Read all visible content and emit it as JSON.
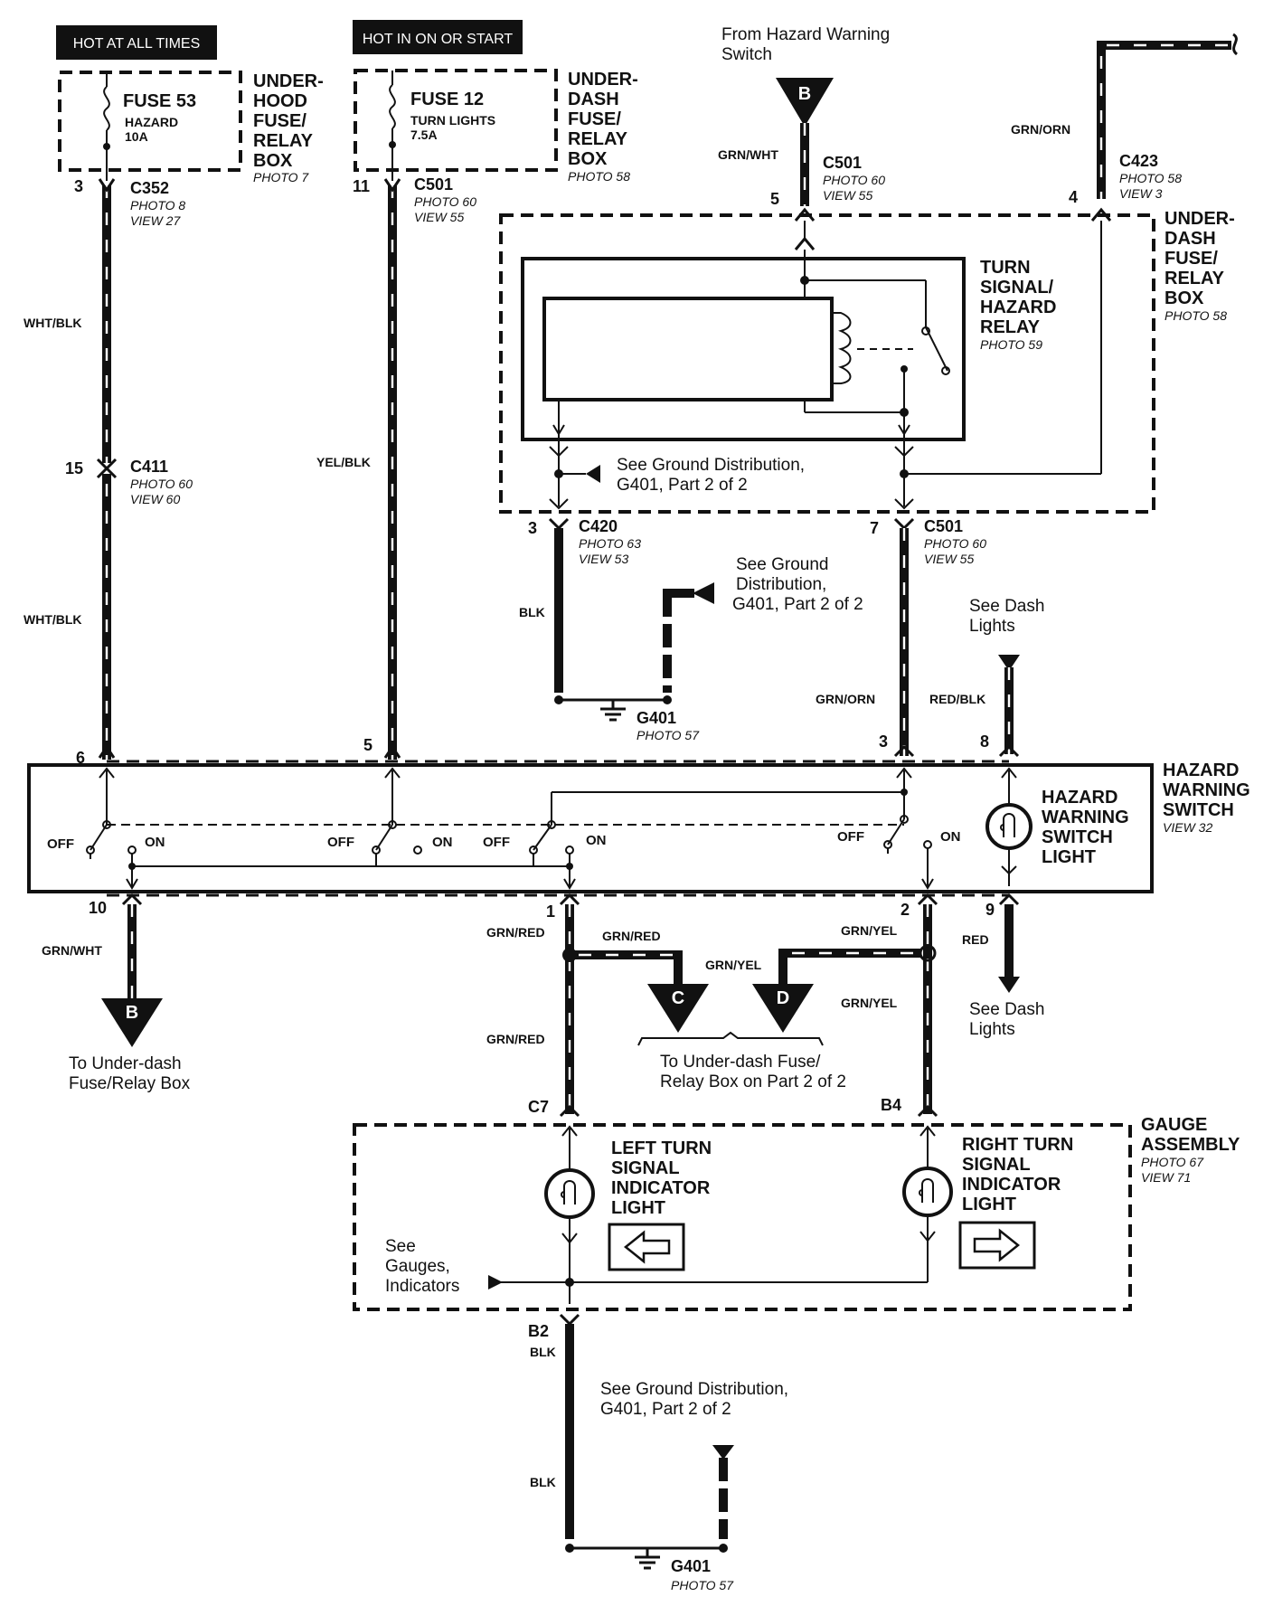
{
  "header_labels": {
    "hot_at_all_times": "HOT AT ALL TIMES",
    "hot_in_on_or_start": "HOT IN ON OR START"
  },
  "fuse_53": {
    "name": "FUSE 53",
    "circuit": "HAZARD",
    "rating": "10A",
    "box_name": [
      "UNDER-",
      "HOOD",
      "FUSE/",
      "RELAY",
      "BOX"
    ],
    "photo": "PHOTO 7"
  },
  "fuse_12": {
    "name": "FUSE 12",
    "circuit": "TURN LIGHTS",
    "rating": "7.5A",
    "box_name": [
      "UNDER-",
      "DASH",
      "FUSE/",
      "RELAY",
      "BOX"
    ],
    "photo": "PHOTO 58"
  },
  "from_hazard": {
    "text": [
      "From Hazard Warning",
      "Switch"
    ],
    "marker": "B"
  },
  "underdash_box_right": {
    "name": [
      "UNDER-",
      "DASH",
      "FUSE/",
      "RELAY",
      "BOX"
    ],
    "photo": "PHOTO 58"
  },
  "relay": {
    "name": [
      "TURN",
      "SIGNAL/",
      "HAZARD",
      "RELAY"
    ],
    "photo": "PHOTO 59"
  },
  "connectors": {
    "c352": {
      "id": "C352",
      "photo": "PHOTO 8",
      "view": "VIEW 27",
      "pin": "3"
    },
    "c501_top_left": {
      "id": "C501",
      "photo": "PHOTO 60",
      "view": "VIEW 55",
      "pin": "11"
    },
    "c501_top_right": {
      "id": "C501",
      "photo": "PHOTO 60",
      "view": "VIEW 55",
      "pin": "5"
    },
    "c423": {
      "id": "C423",
      "photo": "PHOTO 58",
      "view": "VIEW 3",
      "pin": "4"
    },
    "c411": {
      "id": "C411",
      "photo": "PHOTO 60",
      "view": "VIEW 60",
      "pin": "15"
    },
    "c420": {
      "id": "C420",
      "photo": "PHOTO 63",
      "view": "VIEW 53",
      "pin": "3"
    },
    "c501_mid": {
      "id": "C501",
      "photo": "PHOTO 60",
      "view": "VIEW 55",
      "pin": "7"
    }
  },
  "wires": {
    "wht_blk_1": "WHT/BLK",
    "wht_blk_2": "WHT/BLK",
    "yel_blk": "YEL/BLK",
    "grn_wht_top": "GRN/WHT",
    "grn_orn_top": "GRN/ORN",
    "blk_c420": "BLK",
    "grn_orn_mid": "GRN/ORN",
    "red_blk": "RED/BLK",
    "grn_wht_bottom": "GRN/WHT",
    "grn_red_1": "GRN/RED",
    "grn_red_2": "GRN/RED",
    "grn_red_3": "GRN/RED",
    "grn_yel_1": "GRN/YEL",
    "grn_yel_2": "GRN/YEL",
    "grn_yel_3": "GRN/YEL",
    "red": "RED",
    "blk_b2": "BLK",
    "blk_lower": "BLK"
  },
  "notes": {
    "ground_dist_relay": [
      "See Ground Distribution,",
      "G401, Part 2 of 2"
    ],
    "ground_dist_mid": [
      "See Ground",
      "Distribution,",
      "G401, Part 2 of 2"
    ],
    "see_dash_lights_top": [
      "See Dash",
      "Lights"
    ],
    "see_dash_lights_bottom": [
      "See Dash",
      "Lights"
    ],
    "to_underdash_b": [
      "To Under-dash",
      "Fuse/Relay Box"
    ],
    "to_underdash_cd": [
      "To Under-dash Fuse/",
      "Relay Box on Part 2 of 2"
    ],
    "see_gauges": [
      "See",
      "Gauges,",
      "Indicators"
    ],
    "ground_dist_bottom": [
      "See Ground Distribution,",
      "G401, Part 2 of 2"
    ]
  },
  "grounds": {
    "g401_mid": {
      "id": "G401",
      "photo": "PHOTO 57"
    },
    "g401_bottom": {
      "id": "G401",
      "photo": "PHOTO 57"
    }
  },
  "hazard_switch": {
    "name": [
      "HAZARD",
      "WARNING",
      "SWITCH"
    ],
    "view": "VIEW 32",
    "light_name": [
      "HAZARD",
      "WARNING",
      "SWITCH",
      "LIGHT"
    ],
    "pins_top": [
      "6",
      "5",
      "3",
      "8"
    ],
    "pins_bottom": [
      "10",
      "1",
      "2",
      "9"
    ],
    "off_label": "OFF",
    "on_label": "ON"
  },
  "markers": {
    "b_bottom": "B",
    "c": "C",
    "d": "D"
  },
  "gauge": {
    "name": [
      "GAUGE",
      "ASSEMBLY"
    ],
    "photo": "PHOTO 67",
    "view": "VIEW 71",
    "pin_left": "C7",
    "pin_right": "B4",
    "pin_bottom": "B2",
    "left_light": [
      "LEFT TURN",
      "SIGNAL",
      "INDICATOR",
      "LIGHT"
    ],
    "right_light": [
      "RIGHT TURN",
      "SIGNAL",
      "INDICATOR",
      "LIGHT"
    ],
    "left_arrow_icon": "left-arrow-icon",
    "right_arrow_icon": "right-arrow-icon"
  }
}
